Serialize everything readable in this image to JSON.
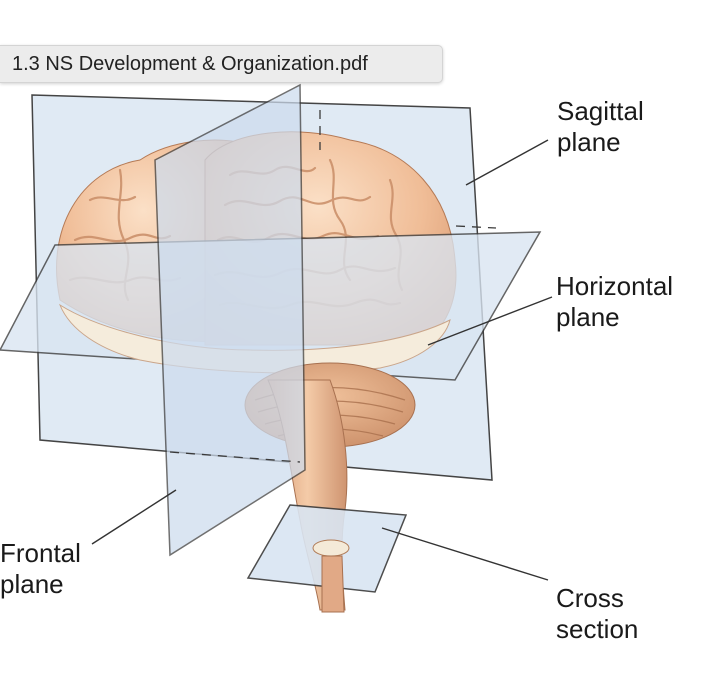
{
  "tooltip": {
    "filename": "1.3 NS Development & Organization.pdf"
  },
  "labels": {
    "sagittal": {
      "line1": "Sagittal",
      "line2": "plane"
    },
    "horizontal": {
      "line1": "Horizontal",
      "line2": "plane"
    },
    "frontal": {
      "line1": "Frontal",
      "line2": "plane"
    },
    "cross": {
      "line1": "Cross",
      "line2": "section"
    }
  },
  "colors": {
    "plane_fill": "#d9e5f2",
    "plane_edge": "#3a3a3a",
    "brain": "#f2c4a0",
    "brain_shadow": "#d99a72",
    "section_cut": "#f4ead8"
  }
}
